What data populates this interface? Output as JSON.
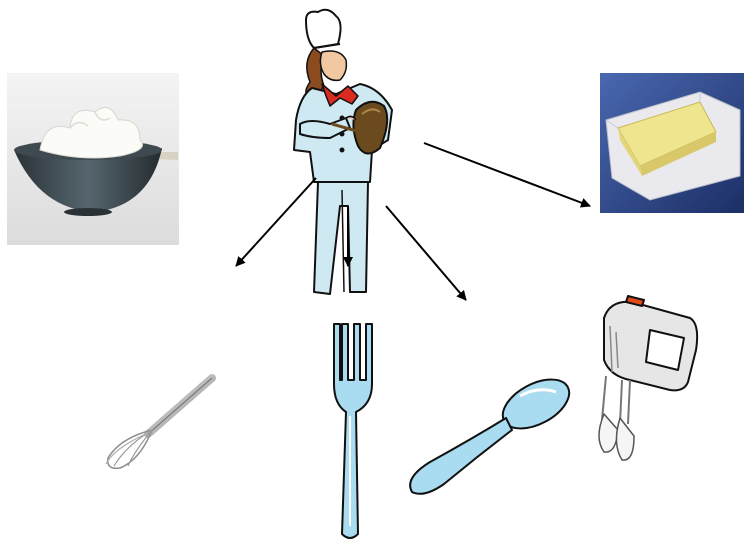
{
  "diagram": {
    "center": {
      "icon": "chef-icon"
    },
    "nodes": [
      {
        "id": "cream",
        "icon": "whipped-cream-bowl-icon"
      },
      {
        "id": "butter",
        "icon": "butter-block-icon"
      },
      {
        "id": "whisk",
        "icon": "whisk-icon"
      },
      {
        "id": "fork",
        "icon": "fork-icon"
      },
      {
        "id": "spoon",
        "icon": "spoon-icon"
      },
      {
        "id": "mixer",
        "icon": "hand-mixer-icon"
      }
    ],
    "edges": [
      {
        "from": "chef",
        "to": "whisk"
      },
      {
        "from": "chef",
        "to": "fork"
      },
      {
        "from": "chef",
        "to": "spoon"
      },
      {
        "from": "chef",
        "to": "butter"
      }
    ]
  },
  "colors": {
    "chef_uniform": "#cfe9f3",
    "scarf": "#d92b1f",
    "bowl": "#6b4a1e",
    "cream": "#f6f6f2",
    "cream_bowl": "#3c4a52",
    "butter": "#f1e69a",
    "butter_wrap": "#2e4a8f",
    "utensil_blue": "#a9dcf0",
    "outline": "#111111",
    "mixer_body": "#e6e6e6",
    "mixer_accent": "#e24a1c"
  }
}
